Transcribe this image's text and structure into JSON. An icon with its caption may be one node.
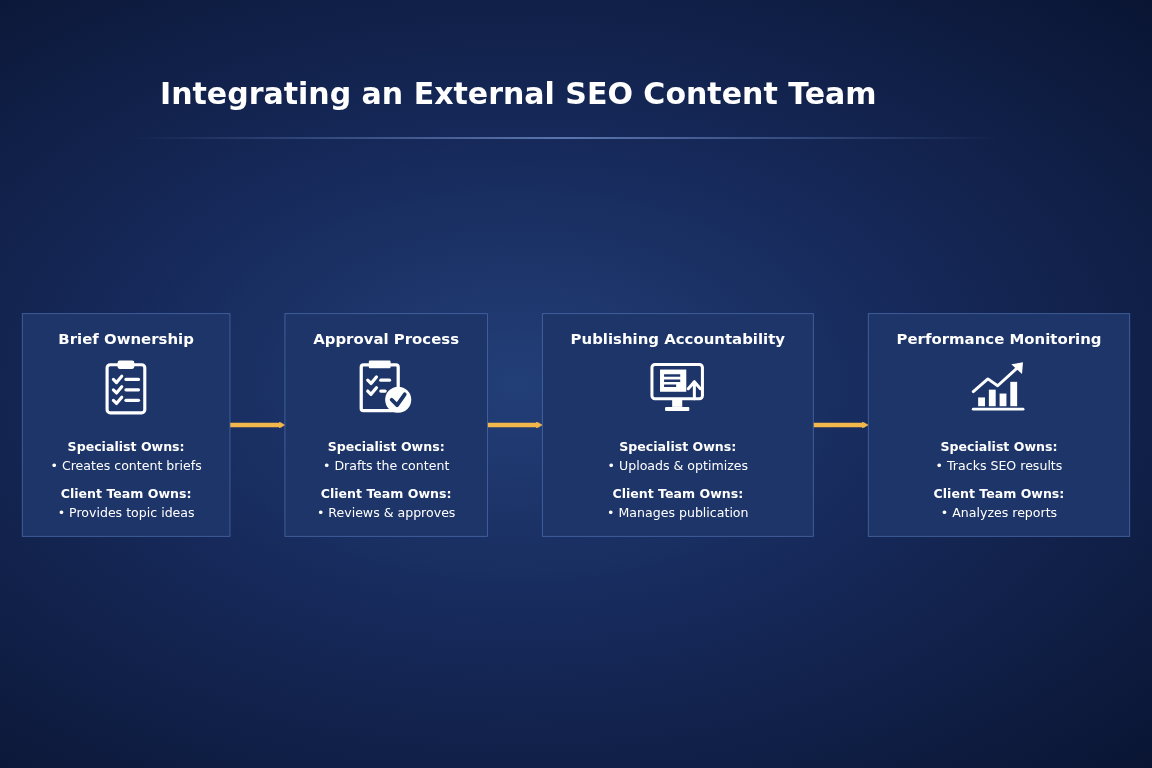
{
  "diagram": {
    "title": "Integrating an External SEO Content Team",
    "nodes": [
      {
        "text": [
          "Brief Ownership",
          "Specialist Owns:",
          "• Creates content briefs",
          "Client Team Owns:",
          "• Provides topic ideas"
        ]
      },
      {
        "text": [
          "Approval Process",
          "Specialist Owns:",
          "• Drafts the content",
          "Client Team Owns:",
          "• Reviews & approves"
        ]
      },
      {
        "text": [
          "Publishing Accountability",
          "Specialist Owns:",
          "• Uploads & optimizes",
          "Client Team Owns:",
          "• Manages publication"
        ]
      },
      {
        "text": [
          "Performance Monitoring",
          "Specialist Owns:",
          "• Tracks SEO results",
          "Client Team Owns:",
          "• Analyzes reports"
        ]
      }
    ],
    "edges": [
      {
        "from": 0,
        "to": 1,
        "arrow": "to"
      },
      {
        "from": 1,
        "to": 2,
        "arrow": "to"
      },
      {
        "from": 2,
        "to": 3,
        "arrow": "to"
      }
    ]
  }
}
